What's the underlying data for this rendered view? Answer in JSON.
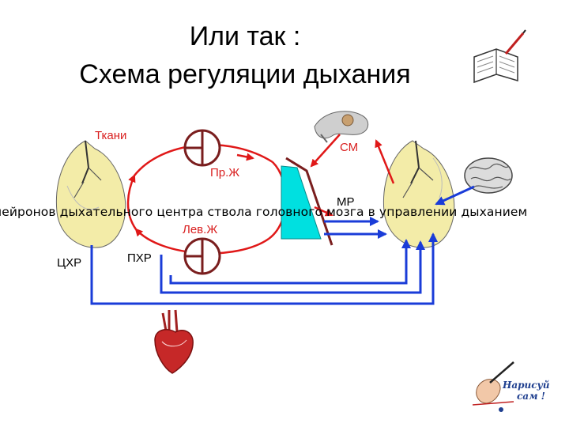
{
  "title": {
    "line1": "Или так :",
    "line2": "Схема регуляции дыхания"
  },
  "labels": {
    "tissues": "Ткани",
    "right_atrium": "Пр.Ж",
    "left_atrium": "Лев.Ж",
    "sm": "СМ",
    "mr": "МР",
    "chr": "ЦХР",
    "phr": "ПХР"
  },
  "caption": "нейронов дыхательного центра ствола головного мозга в управлении дыханием",
  "badge": {
    "line1": "Нарисуй",
    "line2": "сам !"
  },
  "colors": {
    "red_arrow": "#e01818",
    "blue_arrow": "#1a3cd8",
    "lung_fill": "#f3eca8",
    "cyan_fill": "#00e0e0",
    "brown": "#7a1e1e"
  },
  "icons": [
    "book-with-pen-icon",
    "brain-icon",
    "heart-icon",
    "pituitary-icon",
    "pen-hand-icon"
  ]
}
